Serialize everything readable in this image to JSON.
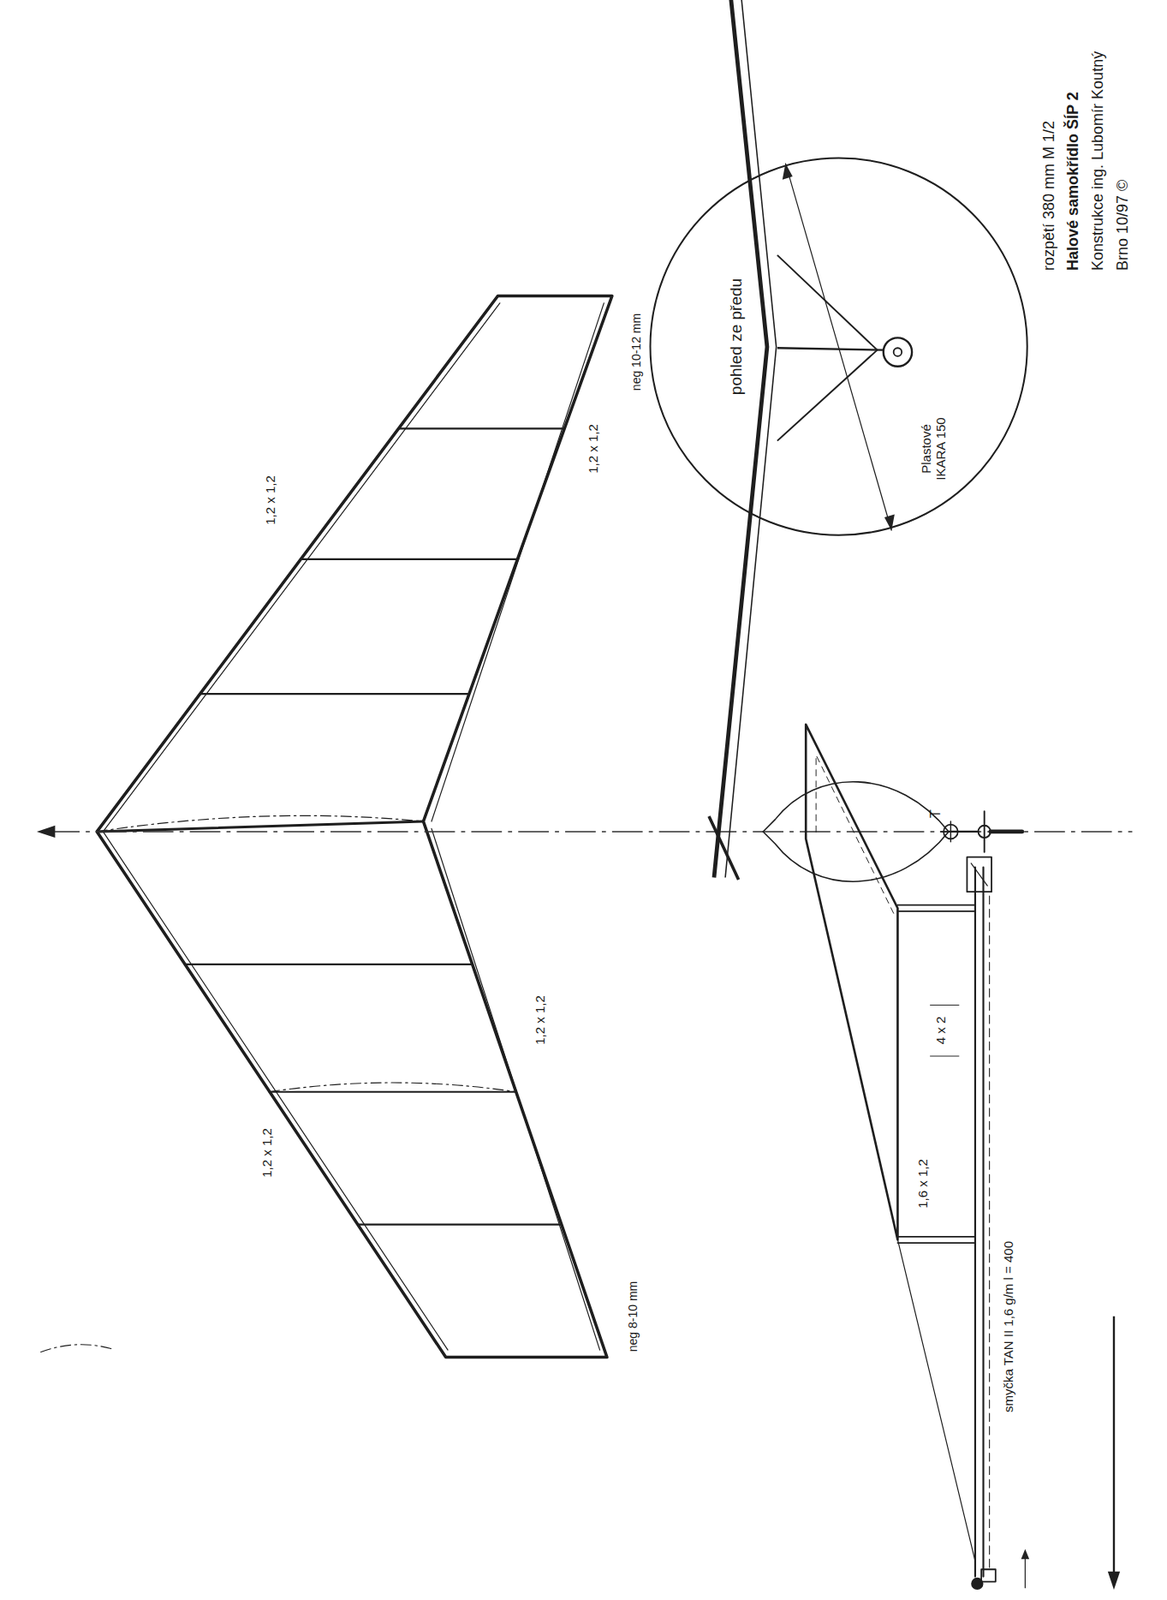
{
  "diagram": {
    "nodes": [
      {
        "text": [
          "pohled ze předu",
          "Plastové IKARA 150"
        ]
      }
    ],
    "labels": [
      "1,2 x 1,2",
      "1,2 x 1,2",
      "1,2 x 1,2",
      "1,2 x 1,2",
      "neg 10-12 mm",
      "neg 8-10 mm",
      "4 x 2",
      "1,6 x 1,2",
      "T",
      "smyčka TAN II 1,6 g/m l = 400",
      "rozpětí 380 mm M 1/2",
      "Halové samokřídlo ŠÍP 2",
      "Konstrukce ing. Lubomír Koutný",
      "Brno 10/97 ©"
    ]
  }
}
